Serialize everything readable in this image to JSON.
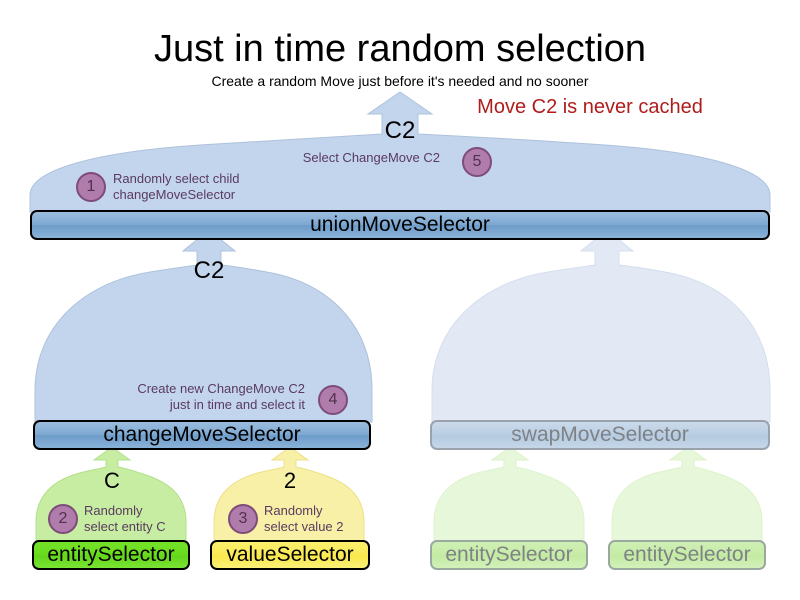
{
  "header": {
    "title": "Just in time random selection",
    "subtitle": "Create a random Move just before it's needed and no sooner",
    "callout": "Move C2 is never cached",
    "callout_color": "#B01C1C"
  },
  "flow_labels": {
    "top": "C2",
    "change": "C2",
    "entity": "C",
    "value": "2"
  },
  "nodes": {
    "union": "unionMoveSelector",
    "change": "changeMoveSelector",
    "swap": "swapMoveSelector",
    "entity": "entitySelector",
    "value": "valueSelector",
    "swap_entity_left": "entitySelector",
    "swap_entity_right": "entitySelector"
  },
  "steps": [
    {
      "number": "1",
      "text": "Randomly select child\nchangeMoveSelector"
    },
    {
      "number": "2",
      "text": "Randomly\nselect entity C"
    },
    {
      "number": "3",
      "text": "Randomly\nselect value 2"
    },
    {
      "number": "4",
      "text": "Create new ChangeMove C2\njust in time and select it"
    },
    {
      "number": "5",
      "text": "Select ChangeMove C2"
    }
  ],
  "colors": {
    "dome_active": "#C3D5EC",
    "dome_faded": "#E2E9F5",
    "dome_green": "#C6EDA2",
    "dome_green_faded": "#E7F7DA",
    "dome_yellow": "#F8F0A6",
    "bar_blue": "#7FA9D2",
    "bar_green": "#69DC1E",
    "bar_yellow": "#F9EA55",
    "badge": "#B07CAB",
    "note_text": "#5A3A60"
  }
}
